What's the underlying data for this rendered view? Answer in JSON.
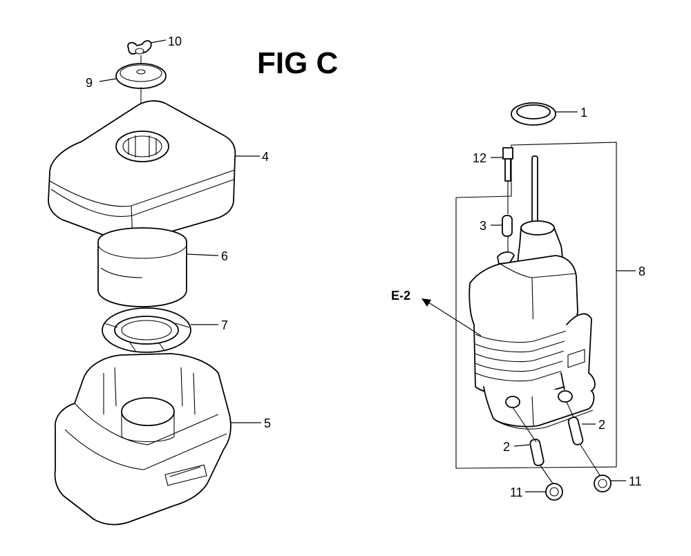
{
  "figure": {
    "title": "FIG C",
    "reference": "E-2"
  },
  "callouts": [
    {
      "id": "c1",
      "label": "1"
    },
    {
      "id": "c2a",
      "label": "2"
    },
    {
      "id": "c2b",
      "label": "2"
    },
    {
      "id": "c3",
      "label": "3"
    },
    {
      "id": "c4",
      "label": "4"
    },
    {
      "id": "c5",
      "label": "5"
    },
    {
      "id": "c6",
      "label": "6"
    },
    {
      "id": "c7",
      "label": "7"
    },
    {
      "id": "c8",
      "label": "8"
    },
    {
      "id": "c9",
      "label": "9"
    },
    {
      "id": "c10",
      "label": "10"
    },
    {
      "id": "c11a",
      "label": "11"
    },
    {
      "id": "c11b",
      "label": "11"
    },
    {
      "id": "c12",
      "label": "12"
    }
  ]
}
